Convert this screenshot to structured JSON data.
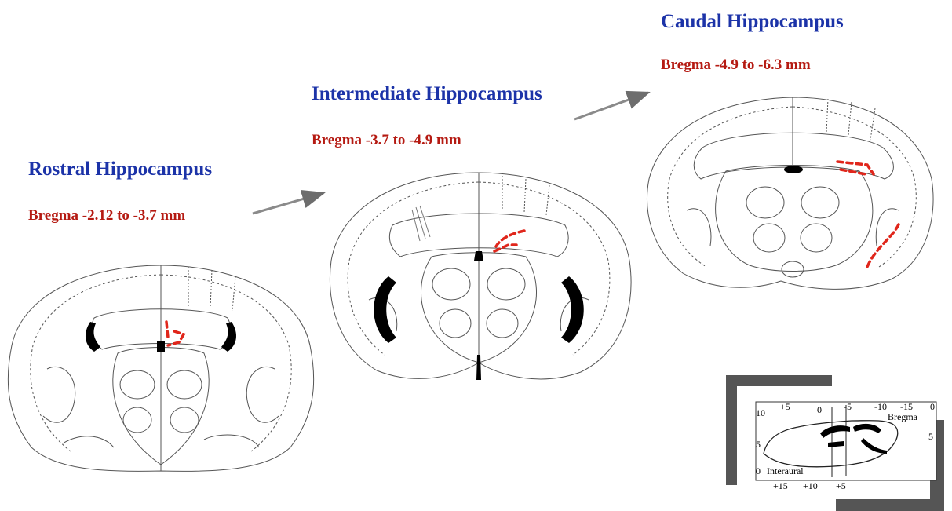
{
  "sections": [
    {
      "title": "Rostral Hippocampus",
      "bregma": "Bregma -2.12 to -3.7 mm"
    },
    {
      "title": "Intermediate Hippocampus",
      "bregma": "Bregma  -3.7 to -4.9 mm"
    },
    {
      "title": "Caudal Hippocampus",
      "bregma": "Bregma -4.9 to -6.3 mm"
    }
  ],
  "inset": {
    "top_ticks": [
      "+5",
      "0",
      "-5",
      "-10",
      "-15"
    ],
    "bottom_ticks": [
      "+15",
      "+10",
      "+5"
    ],
    "left_ticks": [
      "10",
      "5",
      "0"
    ],
    "right_ticks": [
      "0",
      "5"
    ],
    "bregma_label": "Bregma",
    "interaural_label": "Interaural"
  },
  "colors": {
    "title": "#1c33a8",
    "bregma": "#b51a12",
    "marker": "#e0261b"
  }
}
